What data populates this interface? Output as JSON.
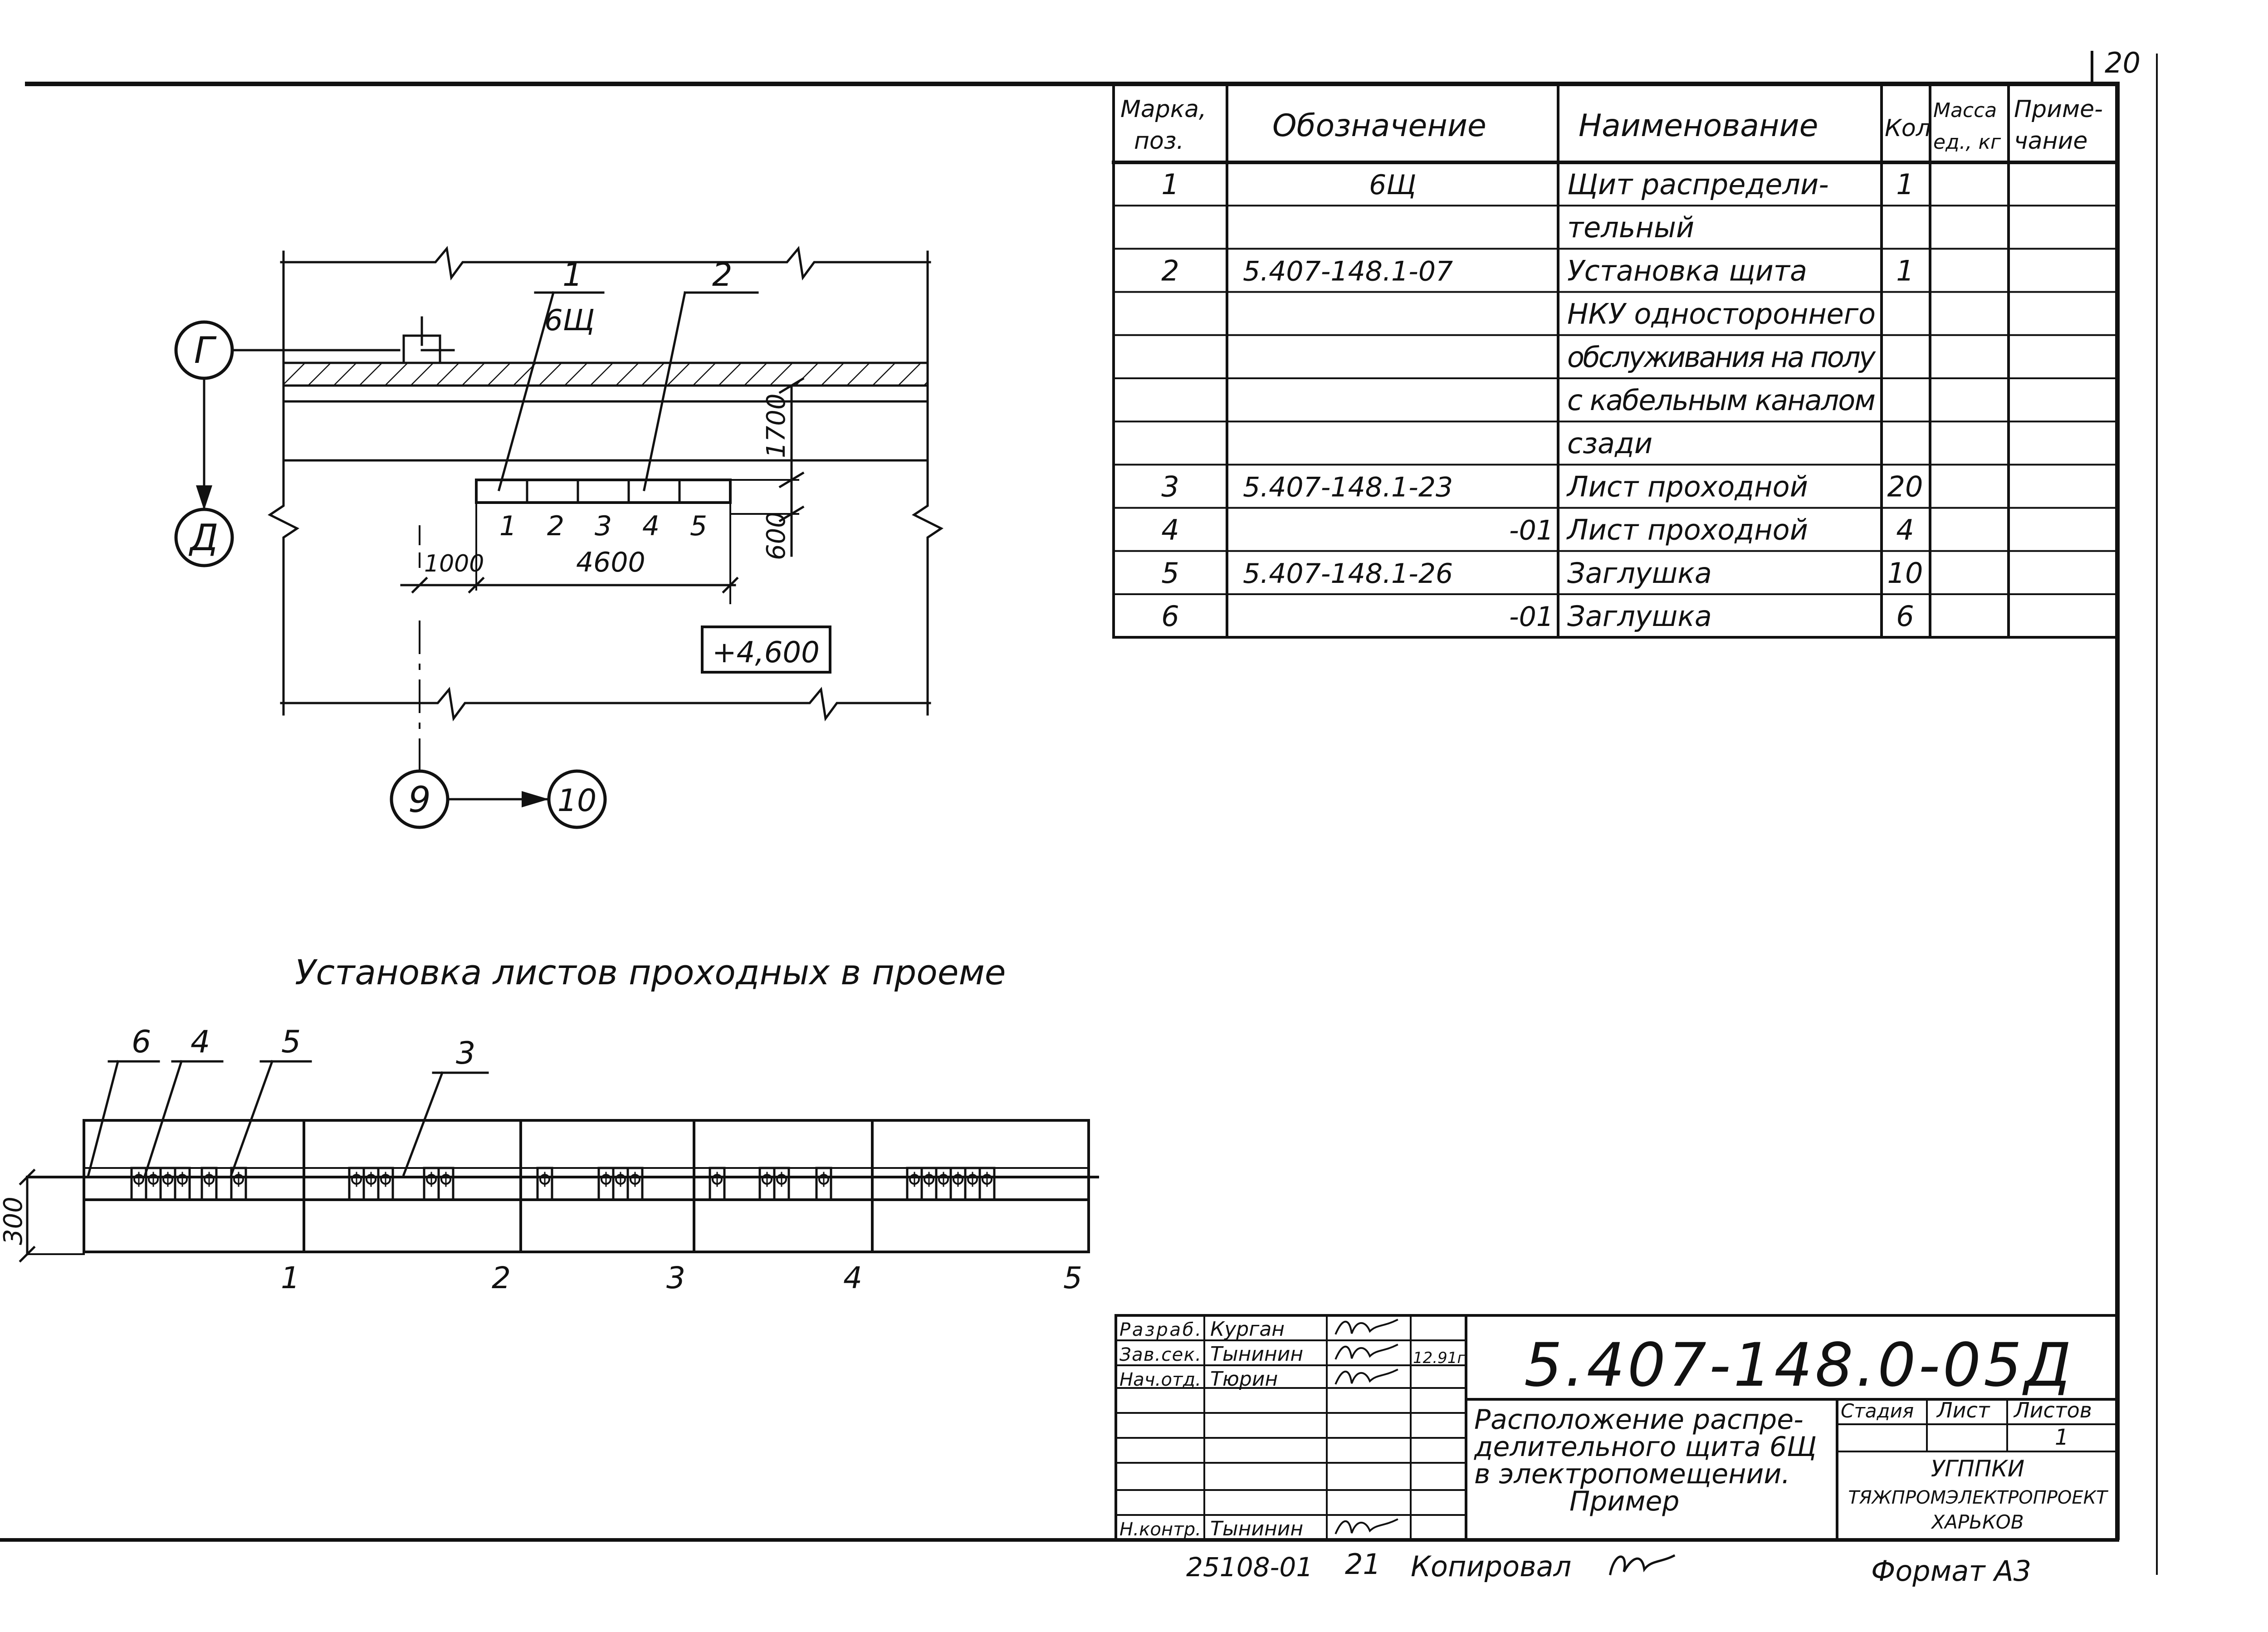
{
  "sheet_number": "20",
  "spec_table": {
    "headers": {
      "mark": "Марка, поз.",
      "designation": "Обозначение",
      "name": "Наименование",
      "qty": "Кол",
      "mass": "Масса ед., кг",
      "note": "Приме- чание"
    },
    "rows": [
      {
        "mark": "1",
        "designation": "6Щ",
        "name": "Щит распредели-",
        "qty": "1"
      },
      {
        "mark": "",
        "designation": "",
        "name": "тельный",
        "qty": ""
      },
      {
        "mark": "2",
        "designation": "5.407-148.1-07",
        "name": "Установка щита",
        "qty": "1"
      },
      {
        "mark": "",
        "designation": "",
        "name": "НКУ одностороннего",
        "qty": ""
      },
      {
        "mark": "",
        "designation": "",
        "name": "обслуживания на полу",
        "qty": ""
      },
      {
        "mark": "",
        "designation": "",
        "name": "с кабельным каналом",
        "qty": ""
      },
      {
        "mark": "",
        "designation": "",
        "name": "сзади",
        "qty": ""
      },
      {
        "mark": "3",
        "designation": "5.407-148.1-23",
        "name": "Лист проходной",
        "qty": "20"
      },
      {
        "mark": "4",
        "designation": "-01",
        "name": "Лист проходной",
        "qty": "4"
      },
      {
        "mark": "5",
        "designation": "5.407-148.1-26",
        "name": "Заглушка",
        "qty": "10"
      },
      {
        "mark": "6",
        "designation": "-01",
        "name": "Заглушка",
        "qty": "6"
      }
    ]
  },
  "plan": {
    "axis_g": "Г",
    "axis_d": "Д",
    "axis_9": "9",
    "axis_10": "10",
    "callout_1": "1",
    "callout_1_sub": "6Щ",
    "callout_2": "2",
    "dim_1700": "1700",
    "dim_600": "600",
    "dim_1000": "1000",
    "dim_4600": "4600",
    "panel_numbers": [
      "1",
      "2",
      "3",
      "4",
      "5"
    ],
    "level_mark": "+4,600"
  },
  "opening": {
    "title": "Установка листов проходных в проеме",
    "callouts": [
      "6",
      "4",
      "5",
      "3"
    ],
    "dim_300": "300",
    "section_numbers": [
      "1",
      "2",
      "3",
      "4",
      "5"
    ]
  },
  "title_block": {
    "roles": [
      "Разраб.",
      "Зав.сек.",
      "Нач.отд.",
      "Н.контр."
    ],
    "names": [
      "Курган",
      "Тынинин",
      "Тюрин",
      "Тынинин"
    ],
    "date": "12.91г",
    "doc_code": "5.407-148.0-05Д",
    "description": [
      "Расположение распре-",
      "делительного щита 6Щ",
      "в электропомещении.",
      "Пример"
    ],
    "stage_label": "Стадия",
    "sheet_label": "Лист",
    "sheets_label": "Листов",
    "sheets_value": "1",
    "org": [
      "УГППКИ",
      "ТЯЖПРОМЭЛЕКТРОПРОЕКТ",
      "ХАРЬКОВ"
    ]
  },
  "footer": {
    "inventory": "25108-01",
    "page": "21",
    "copied": "Копировал",
    "format": "Формат А3"
  }
}
